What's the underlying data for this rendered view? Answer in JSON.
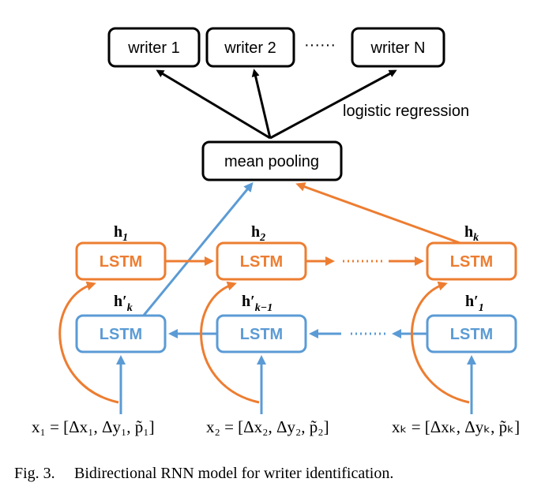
{
  "writers": {
    "w1": "writer 1",
    "w2": "writer 2",
    "ellipsis": "······",
    "wN": "writer N"
  },
  "logistic_label": "logistic regression",
  "pooling_label": "mean pooling",
  "lstm_label": "LSTM",
  "hidden": {
    "h1": "h",
    "h1_sub": "1",
    "h2": "h",
    "h2_sub": "2",
    "hk": "h",
    "hk_sub": "k",
    "hpk": "h′",
    "hpk_sub": "k",
    "hpk1": "h′",
    "hpk1_sub": "k−1",
    "hp1": "h′",
    "hp1_sub": "1"
  },
  "inputs": {
    "x1": "x₁ = [Δx₁, Δy₁, p̃₁]",
    "x2": "x₂ = [Δx₂, Δy₂, p̃₂]",
    "xk": "xₖ = [Δxₖ, Δyₖ, p̃ₖ]"
  },
  "caption": {
    "label": "Fig. 3.",
    "text": "Bidirectional RNN model for writer identification."
  },
  "colors": {
    "forward": "#ED7D31",
    "backward": "#5B9BD5",
    "output": "#000000"
  }
}
